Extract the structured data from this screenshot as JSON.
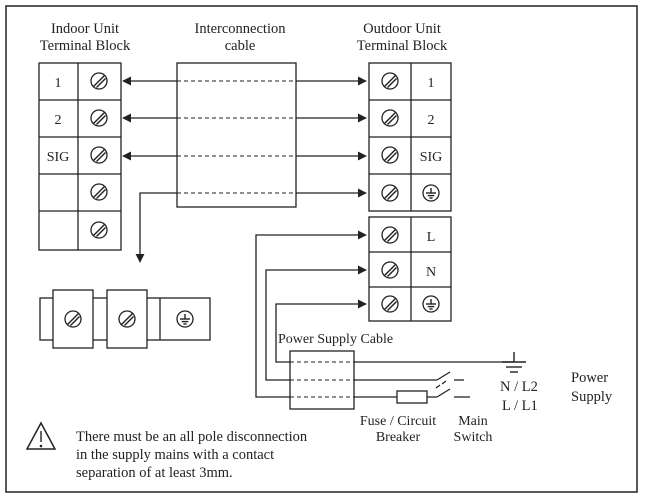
{
  "labels": {
    "indoor_line1": "Indoor Unit",
    "indoor_line2": "Terminal Block",
    "cable_line1": "Interconnection",
    "cable_line2": "cable",
    "outdoor_line1": "Outdoor Unit",
    "outdoor_line2": "Terminal Block",
    "power_cable": "Power Supply Cable",
    "power_supply_line1": "Power",
    "power_supply_line2": "Supply",
    "nl2": "N / L2",
    "ll1": "L / L1",
    "fuse_line1": "Fuse / Circuit",
    "fuse_line2": "Breaker",
    "switch_line1": "Main",
    "switch_line2": "Switch"
  },
  "indoor_terminals": [
    "1",
    "2",
    "SIG",
    "",
    ""
  ],
  "outdoor_terminals": [
    "1",
    "2",
    "SIG"
  ],
  "power_terminals": [
    "L",
    "N"
  ],
  "warning": {
    "line1": "There must be an all pole disconnection",
    "line2": "in the supply mains with a contact",
    "line3": "separation of at least 3mm."
  },
  "icons": [
    "screw-terminal-icon",
    "ground-symbol-icon",
    "warning-triangle-icon",
    "arrow-icon"
  ]
}
